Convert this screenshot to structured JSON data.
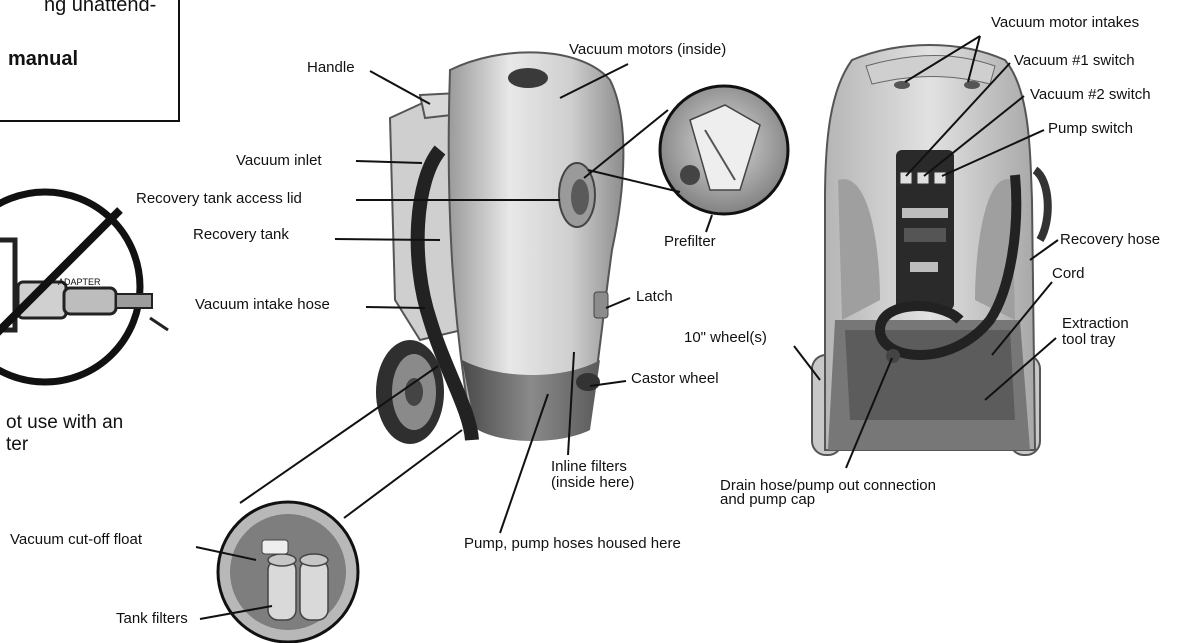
{
  "warning_box": {
    "line1": "ng unattend-",
    "line2": "manual"
  },
  "adapter_notice": {
    "text": "ot use with an\nter",
    "plug_label": "ADAPTER"
  },
  "labels": {
    "handle": "Handle",
    "vacuum_motors": "Vacuum motors  (inside)",
    "vacuum_inlet": "Vacuum inlet",
    "recovery_tank_access_lid": "Recovery  tank access lid",
    "recovery_tank": "Recovery tank",
    "prefilter": "Prefilter",
    "vacuum_intake_hose": "Vacuum intake hose",
    "latch": "Latch",
    "castor_wheel": "Castor wheel",
    "inline_filters": "Inline filters\n(inside here)",
    "pump_hoses": "Pump, pump hoses housed here",
    "vacuum_cutoff_float": "Vacuum cut-off float",
    "tank_filters": "Tank filters",
    "vacuum_motor_intakes": "Vacuum motor intakes",
    "vacuum_1_switch": "Vacuum #1 switch",
    "vacuum_2_switch": "Vacuum #2 switch",
    "pump_switch": "Pump switch",
    "recovery_hose": "Recovery hose",
    "cord": "Cord",
    "extraction_tool_tray": "Extraction\ntool tray",
    "wheels": "10\" wheel(s)",
    "drain_hose": "Drain hose/pump out connection\nand pump cap"
  },
  "colors": {
    "body_light": "#e6e6e6",
    "body_mid": "#bcbcbc",
    "body_dark": "#6a6a6a",
    "hose": "#2a2a2a",
    "line": "#111111"
  }
}
